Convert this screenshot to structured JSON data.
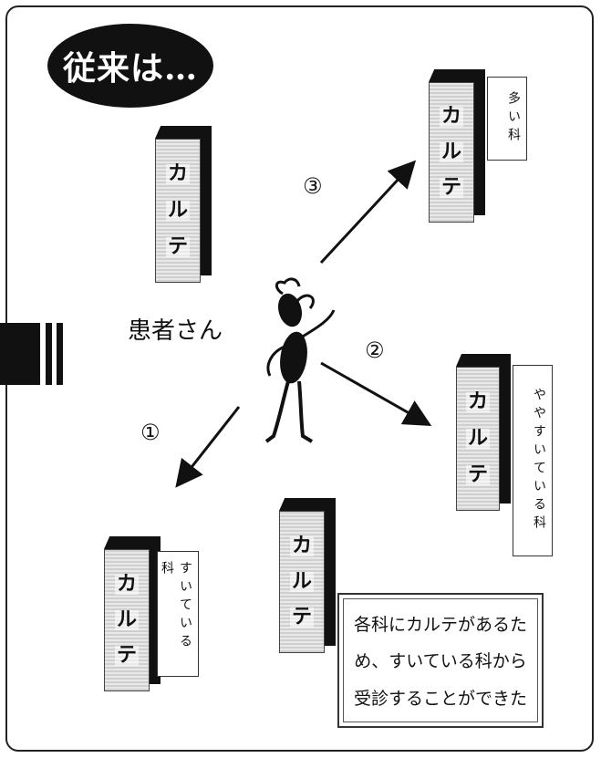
{
  "title": "従来は…",
  "patient_label": "患者さん",
  "chart_letters": [
    "カ",
    "ル",
    "テ"
  ],
  "routes": [
    {
      "number": "①",
      "department": "すいている科"
    },
    {
      "number": "②",
      "department": "ややすいている科"
    },
    {
      "number": "③",
      "department": "多い科"
    }
  ],
  "note_lines": [
    "各科にカルテがあるた",
    "め、すいている科から",
    "受診することができた"
  ]
}
